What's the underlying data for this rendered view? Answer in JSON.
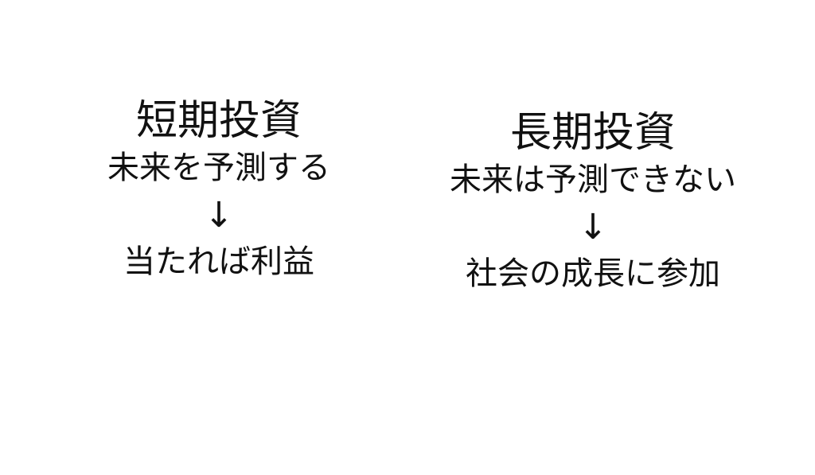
{
  "short_term": {
    "title": "短期投資",
    "premise": "未来を予測する",
    "arrow": "↓",
    "result": "当たれば利益"
  },
  "long_term": {
    "title": "長期投資",
    "premise": "未来は予測できない",
    "arrow": "↓",
    "result": "社会の成長に参加"
  }
}
